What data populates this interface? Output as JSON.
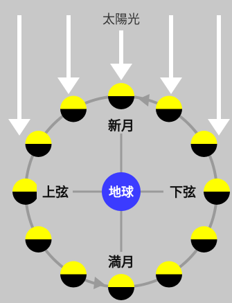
{
  "diagram": {
    "sun_label": "太陽光",
    "earth_label": "地球",
    "phase_labels": {
      "new_moon": "新月",
      "first_quarter": "上弦",
      "last_quarter": "下弦",
      "full_moon": "満月"
    },
    "colors": {
      "background": "#c8c8c8",
      "arrow": "#ffffff",
      "orbit": "#9a9a9a",
      "moon_lit": "#ffff00",
      "moon_dark": "#000000",
      "earth": "#3b3bff",
      "axis": "#9a9a9a"
    },
    "moon_count": 12,
    "orbit_direction": "counterclockwise"
  }
}
